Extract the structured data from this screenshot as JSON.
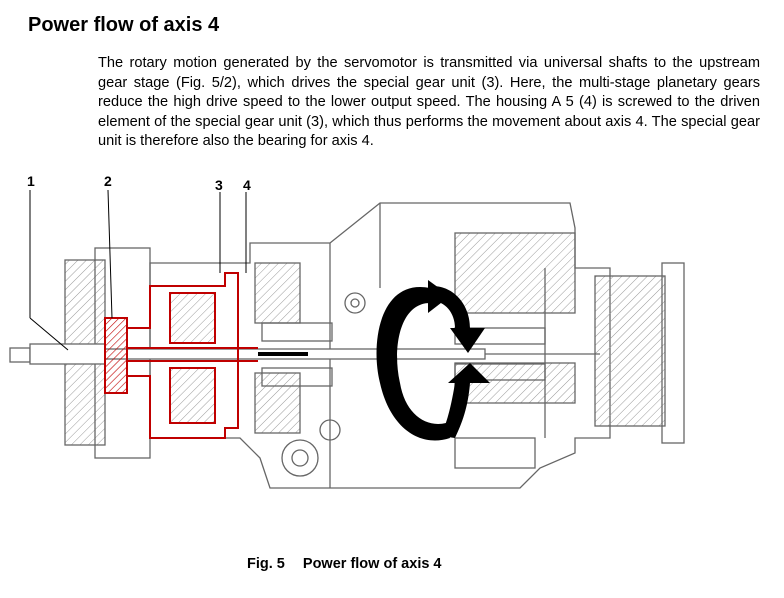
{
  "heading": "Power flow of axis 4",
  "paragraph": "The rotary motion generated by the servomotor is transmitted via universal shafts to the upstream gear stage (Fig. 5/2), which drives the special gear unit (3). Here, the multi-stage planetary gears reduce the high drive speed to the lower output speed. The housing A 5 (4) is screwed to the driven element of the special gear unit (3), which thus performs the movement about axis 4. The special gear unit is therefore also the bearing for axis 4.",
  "figure": {
    "callouts": [
      "1",
      "2",
      "3",
      "4"
    ],
    "highlight_color": "#c00000",
    "line_color": "#555555",
    "icons": [
      "rotation-arrow-icon"
    ]
  },
  "caption": {
    "number": "Fig. 5",
    "title": "Power flow of axis 4"
  }
}
